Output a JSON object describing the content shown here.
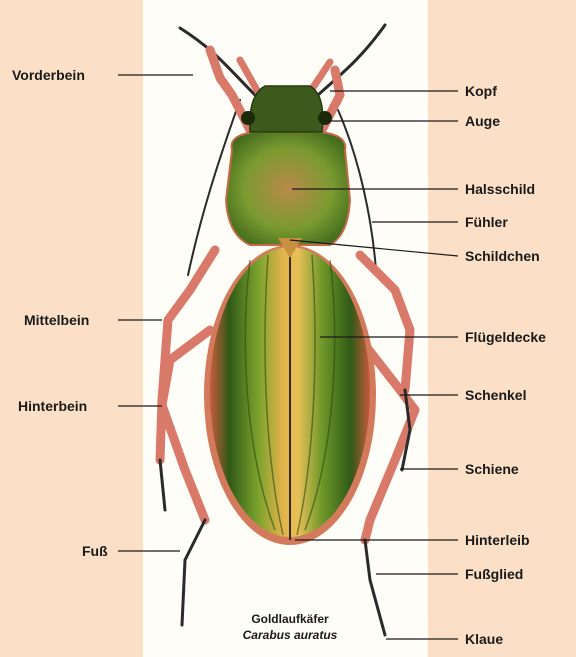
{
  "labels_left": [
    "Vorderbein",
    "Mittelbein",
    "Hinterbein",
    "Fuß"
  ],
  "labels_right": [
    "Kopf",
    "Auge",
    "Halsschild",
    "Fühler",
    "Schildchen",
    "Flügeldecke",
    "Schenkel",
    "Schiene",
    "Hinterleib",
    "Fußglied",
    "Klaue"
  ],
  "caption": {
    "common_name": "Goldlaufkäfer",
    "scientific_name": "Carabus auratus"
  },
  "colors": {
    "background": "#fbe0c7",
    "panel": "#fffdf8",
    "leg": "#d9796a",
    "elytra_green": "#4f7a1c",
    "elytra_gold": "#d6a640",
    "pronotum": "#6f8f2e",
    "line": "#1a1a1a"
  }
}
